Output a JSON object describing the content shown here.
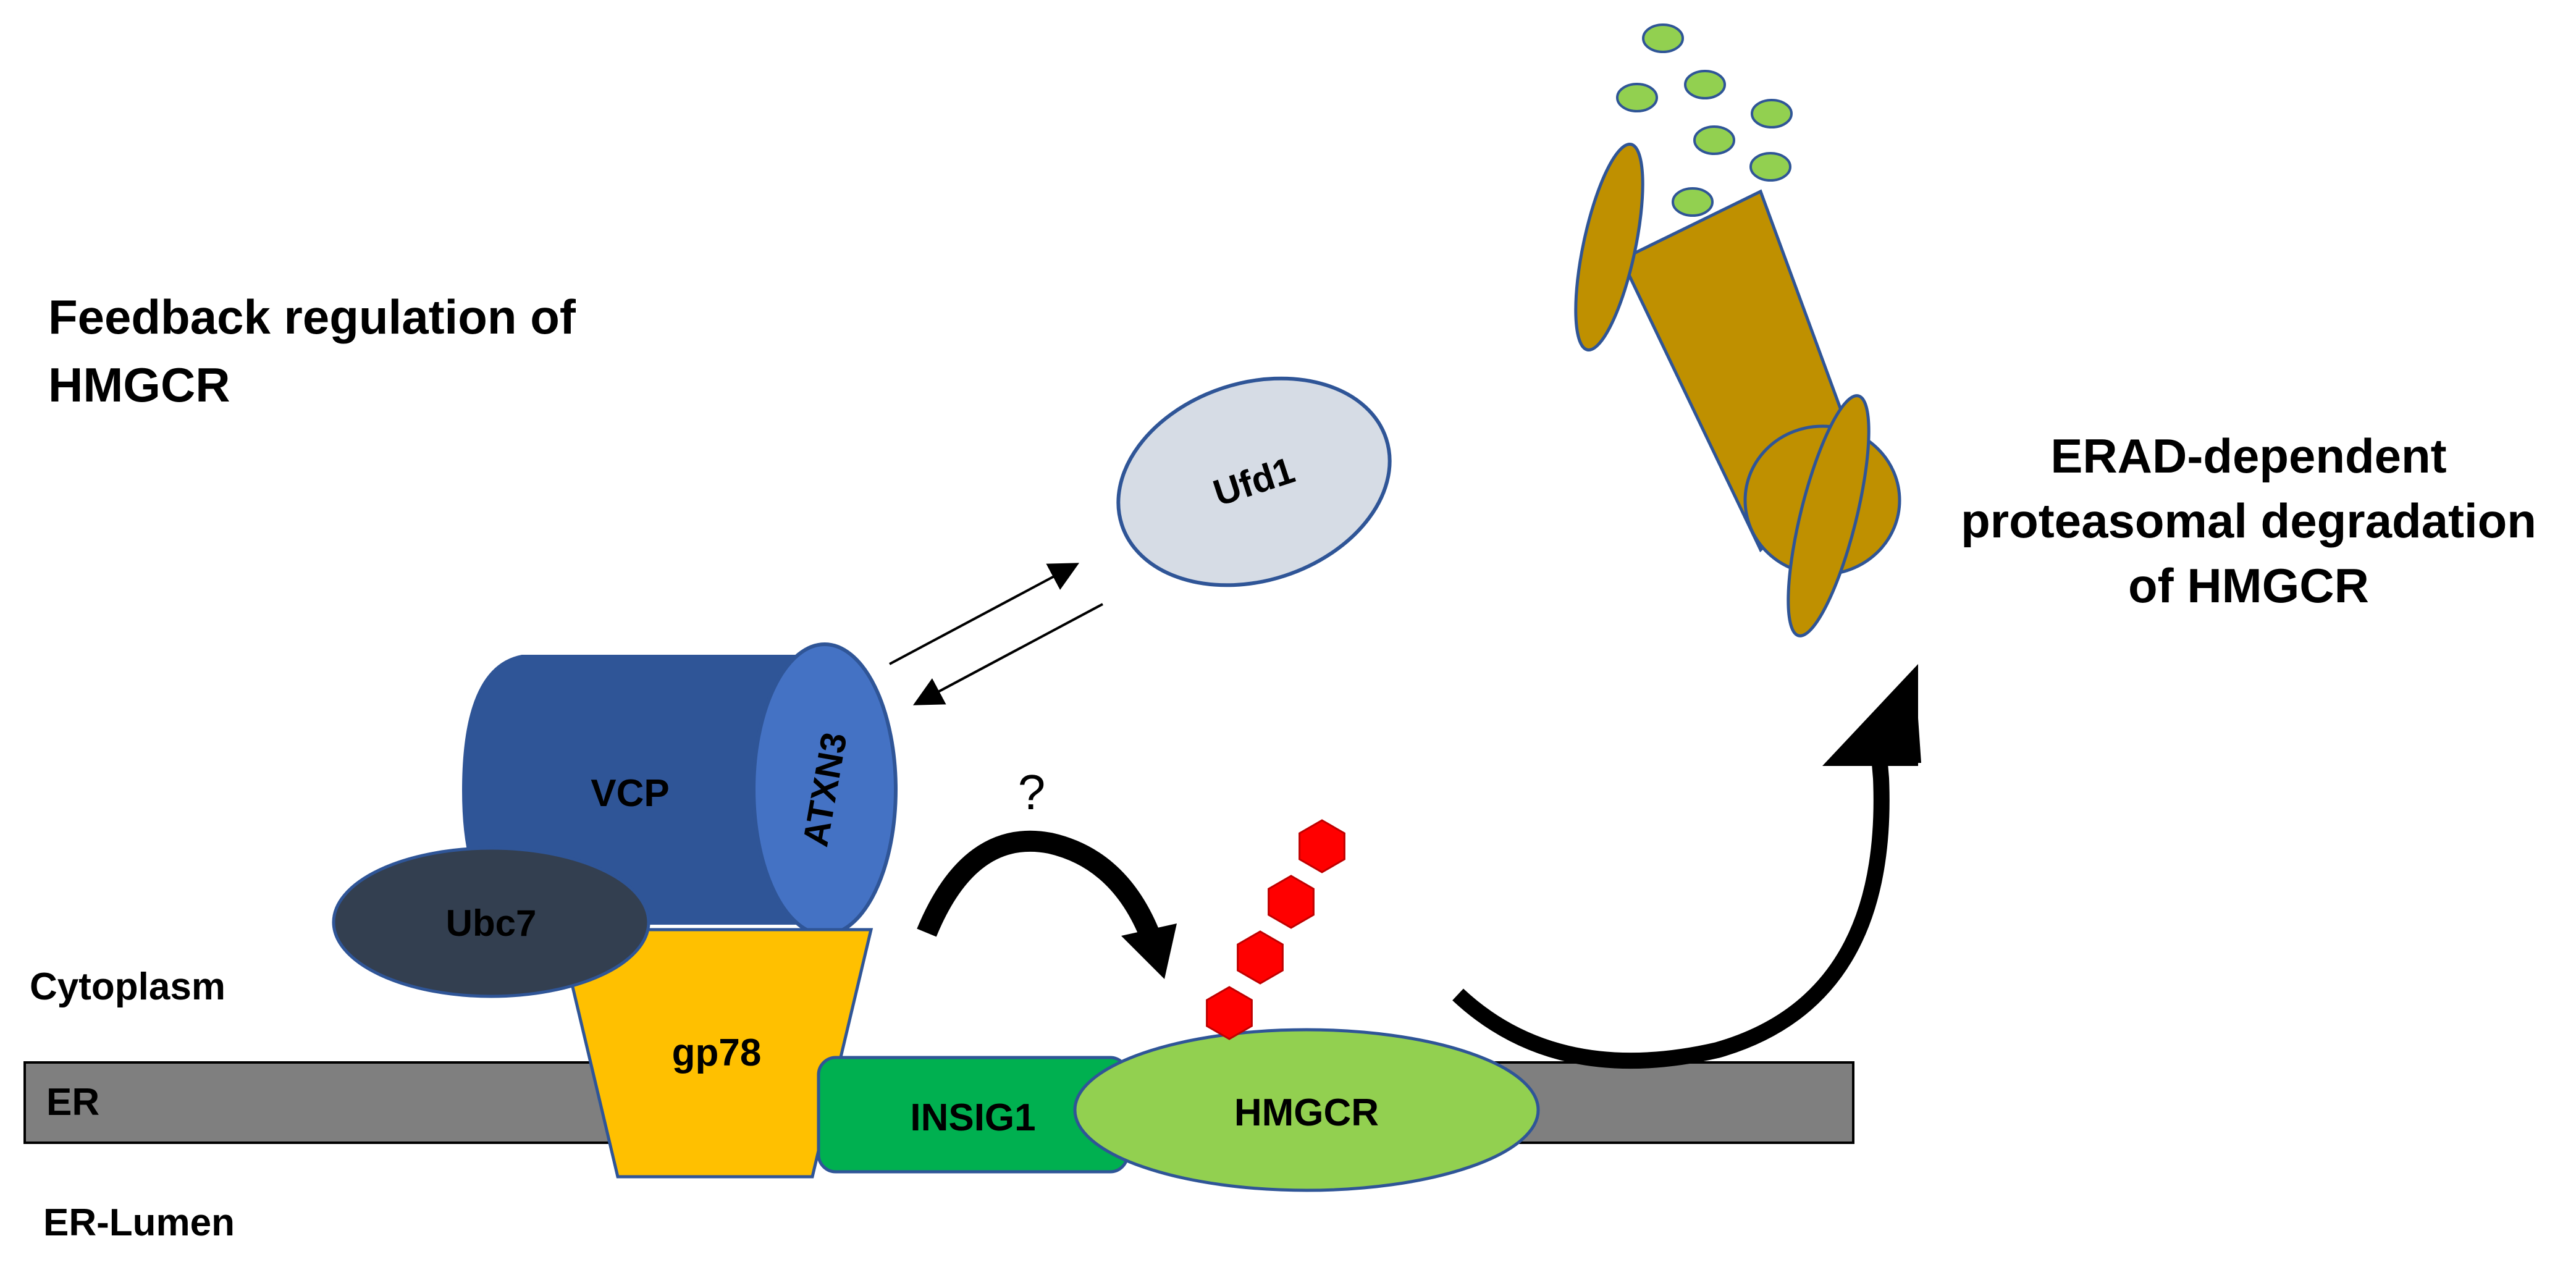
{
  "title": {
    "line1": "Feedback regulation of",
    "line2": "HMGCR"
  },
  "right_caption": {
    "line1": "ERAD-dependent",
    "line2": "proteasomal degradation",
    "line3": "of HMGCR"
  },
  "compartments": {
    "cytoplasm": "Cytoplasm",
    "er": "ER",
    "er_lumen": "ER-Lumen"
  },
  "proteins": {
    "ufd1": "Ufd1",
    "vcp": "VCP",
    "atxn3": "ATXN3",
    "ubc7": "Ubc7",
    "gp78": "gp78",
    "insig1": "INSIG1",
    "hmgcr": "HMGCR"
  },
  "question_mark": "?",
  "colors": {
    "er_membrane": "#7f7f7f",
    "vcp": "#2f5597",
    "atxn3": "#4472c4",
    "ubc7": "#333f50",
    "gp78": "#ffc000",
    "insig1": "#00b050",
    "hmgcr": "#92d050",
    "ubiquitin": "#ff0000",
    "ufd1": "#d6dce5",
    "proteasome": "#bf9000",
    "peptides": "#92d050",
    "outline": "#2f5597"
  },
  "ubiquitin_chain_count": 4,
  "peptide_fragment_count": 7
}
